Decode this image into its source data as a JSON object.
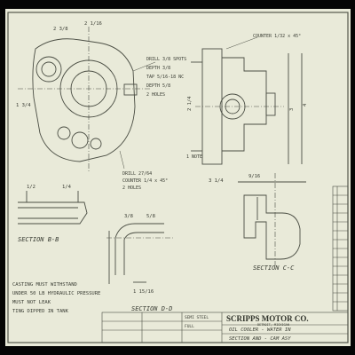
{
  "sheet": {
    "title_block": {
      "company": "SCRIPPS MOTOR CO.",
      "company_sub": "DETROIT, MICHIGAN",
      "part_line1": "OIL COOLER - WATER IN",
      "part_line2": "SECTION AND - CAM ASY",
      "material": "SEMI STEEL",
      "scale": "FULL"
    },
    "section_labels": {
      "bb": "SECTION B-B",
      "cc": "SECTION C-C",
      "dd": "SECTION D-D"
    },
    "notes": [
      "CASTING MUST WITHSTAND",
      "UNDER 50 LB HYDRAULIC PRESSURE",
      "MUST NOT LEAK",
      "TING DIPPED IN TANK"
    ],
    "callouts": {
      "drill_top": "DRILL 3/8 SPOTS",
      "depth_top": "DEPTH 3/8",
      "tap_top": "TAP 5/16-18 NC",
      "depth_top2": "DEPTH 5/8",
      "holes_top": "2 HOLES",
      "drill_bottom": "DRILL 27/64",
      "counter_bottom": "COUNTER 1/4 x 45°",
      "holes_bottom": "2 HOLES",
      "counter_right": "COUNTER 1/32 x 45°",
      "note_center": "1 NOTE"
    },
    "dimensions": [
      "2 3/8",
      "2 1/16",
      "1 3/4",
      "3 1/4",
      "1/2",
      "1/4",
      "3/8",
      "5/8",
      "1 15/16",
      "9/16",
      "4",
      "3",
      "2 1/4"
    ]
  }
}
